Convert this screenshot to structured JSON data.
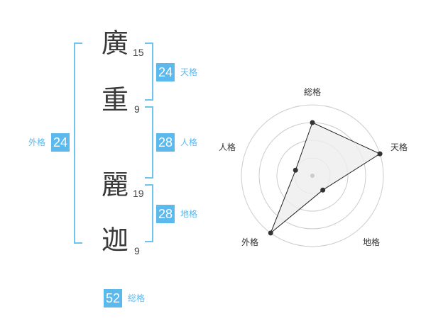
{
  "name": {
    "chars": [
      {
        "char": "廣",
        "strokes": "15"
      },
      {
        "char": "重",
        "strokes": "9"
      },
      {
        "char": "麗",
        "strokes": "19"
      },
      {
        "char": "迦",
        "strokes": "9"
      }
    ]
  },
  "fortunes": {
    "tenkaku": {
      "value": "24",
      "label": "天格"
    },
    "jinkaku": {
      "value": "28",
      "label": "人格"
    },
    "chikaku": {
      "value": "28",
      "label": "地格"
    },
    "gaikaku": {
      "value": "24",
      "label": "外格"
    },
    "soukaku": {
      "value": "52",
      "label": "総格"
    }
  },
  "radar": {
    "axes": [
      "総格",
      "天格",
      "地格",
      "外格",
      "人格"
    ],
    "levels": 4,
    "values": [
      0.75,
      1.0,
      0.25,
      1.0,
      0.25
    ],
    "colors": {
      "grid": "#cccccc",
      "fill": "#eeeeee",
      "line": "#222222",
      "dot": "#333333",
      "center": "#cccccc"
    }
  }
}
